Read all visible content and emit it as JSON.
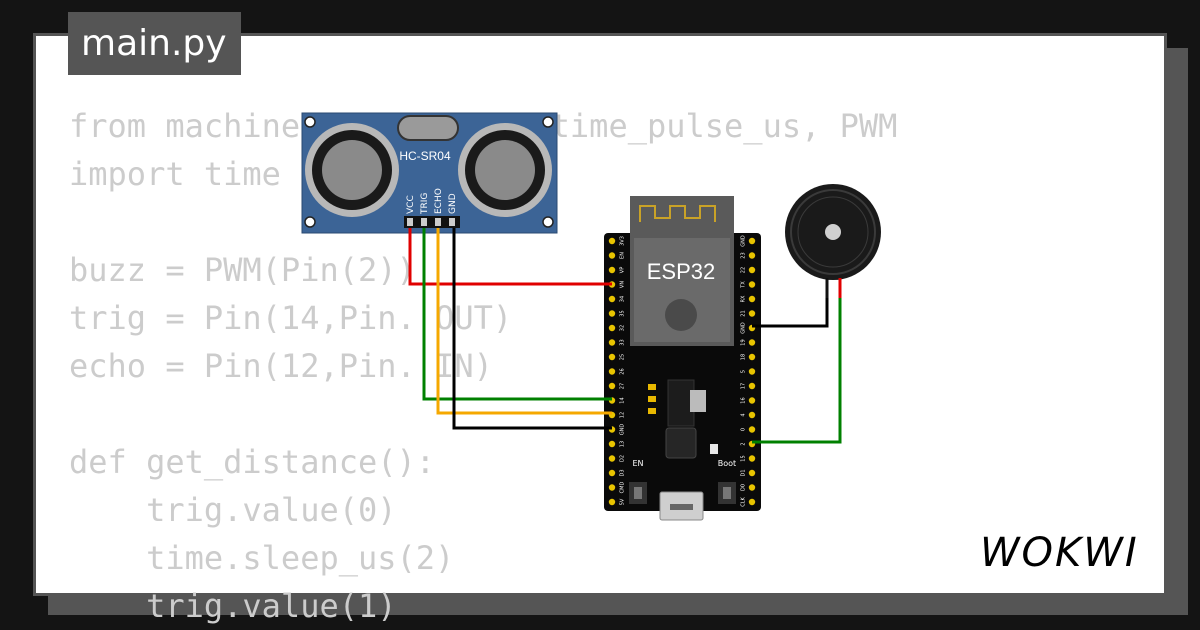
{
  "tab": {
    "filename": "main.py"
  },
  "code_lines": [
    "from machine import Pin, time_pulse_us, PWM",
    "import time",
    "",
    "buzz = PWM(Pin(2))",
    "trig = Pin(14,Pin. OUT)",
    "echo = Pin(12,Pin. IN)",
    "",
    "def get_distance():",
    "    trig.value(0)",
    "    time.sleep_us(2)",
    "    trig.value(1)"
  ],
  "sensor": {
    "model": "HC-SR04",
    "pins": [
      "VCC",
      "TRIG",
      "ECHO",
      "GND"
    ]
  },
  "board": {
    "label": "ESP32",
    "en_label": "EN",
    "boot_label": "Boot",
    "left_pins": [
      "3V3",
      "EN",
      "VP",
      "VN",
      "34",
      "35",
      "32",
      "33",
      "25",
      "26",
      "27",
      "14",
      "12",
      "GND",
      "13",
      "D2",
      "D3",
      "CMD",
      "5V"
    ],
    "right_pins": [
      "GND",
      "23",
      "22",
      "TX",
      "RX",
      "21",
      "GND",
      "19",
      "18",
      "5",
      "17",
      "16",
      "4",
      "0",
      "2",
      "15",
      "D1",
      "D0",
      "CLK"
    ]
  },
  "wire_colors": {
    "vcc": "#e00000",
    "trig": "#008000",
    "echo": "#f5a800",
    "gnd": "#000000",
    "buzzer_signal": "#008000",
    "buzzer_gnd": "#000000"
  },
  "brand": {
    "logo_text": "WOKWI"
  }
}
